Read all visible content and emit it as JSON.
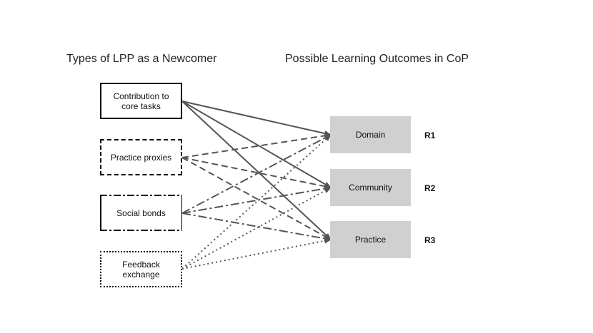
{
  "left_heading": "Types of LPP as a Newcomer",
  "right_heading": "Possible Learning Outcomes in CoP",
  "sources": [
    {
      "line1": "Contribution to",
      "line2": "core tasks"
    },
    {
      "line1": "Practice proxies",
      "line2": ""
    },
    {
      "line1": "Social bonds",
      "line2": ""
    },
    {
      "line1": "Feedback",
      "line2": "exchange"
    }
  ],
  "outcomes": [
    {
      "label": "Domain",
      "code": "R1"
    },
    {
      "label": "Community",
      "code": "R2"
    },
    {
      "label": "Practice",
      "code": "R3"
    }
  ],
  "connections": [
    {
      "from": "Contribution to core tasks",
      "to": [
        "Domain",
        "Community",
        "Practice"
      ],
      "style": "solid"
    },
    {
      "from": "Practice proxies",
      "to": [
        "Domain",
        "Community",
        "Practice"
      ],
      "style": "dashed"
    },
    {
      "from": "Social bonds",
      "to": [
        "Domain",
        "Community",
        "Practice"
      ],
      "style": "dash-dot"
    },
    {
      "from": "Feedback exchange",
      "to": [
        "Domain",
        "Community",
        "Practice"
      ],
      "style": "dotted"
    }
  ],
  "colors": {
    "edge": "#555555",
    "outcome_fill": "#d0d0d0"
  }
}
